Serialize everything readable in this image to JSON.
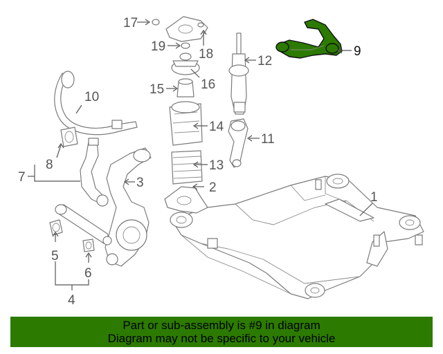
{
  "colors": {
    "highlight": "#2c7a00",
    "banner": "#2c7a00",
    "line": "#7a7a7a",
    "label": "#555555"
  },
  "highlighted_part": "9",
  "callouts": {
    "c1": "1",
    "c2": "2",
    "c3": "3",
    "c4": "4",
    "c5": "5",
    "c6": "6",
    "c7": "7",
    "c8": "8",
    "c9": "9",
    "c10": "10",
    "c11": "11",
    "c12": "12",
    "c13": "13",
    "c14": "14",
    "c15": "15",
    "c16": "16",
    "c17": "17",
    "c18": "18",
    "c19": "19"
  },
  "banner": {
    "line1": "Part or sub-assembly is #9 in diagram",
    "line2": "Diagram may not be specific to your vehicle"
  }
}
